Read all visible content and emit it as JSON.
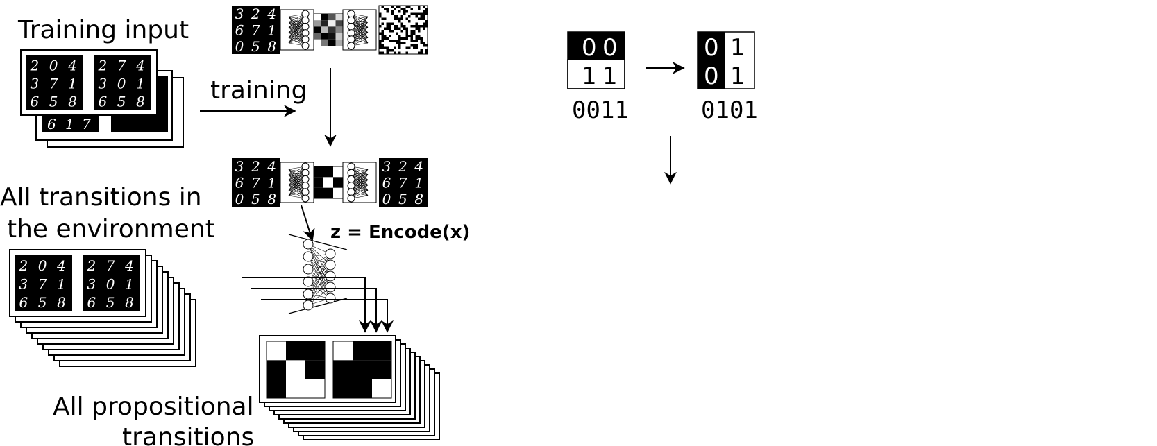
{
  "labels": {
    "training_input": "Training input",
    "training": "training",
    "all_transitions_line1": "All transitions in",
    "all_transitions_line2": "the environment",
    "encode": "z = Encode(x)",
    "all_prop_line1": "All propositional",
    "all_prop_line2": "transitions"
  },
  "mnist_pairs": {
    "left": [
      "2",
      "0",
      "4",
      "3",
      "7",
      "1",
      "6",
      "5",
      "8"
    ],
    "right": [
      "2",
      "7",
      "4",
      "3",
      "0",
      "1",
      "6",
      "5",
      "8"
    ],
    "behind": [
      "6",
      "1",
      "7"
    ],
    "network": [
      "3",
      "2",
      "4",
      "6",
      "7",
      "1",
      "0",
      "5",
      "8"
    ]
  },
  "bit_tiles": {
    "first": {
      "cells": [
        "0",
        "0",
        "1",
        "1"
      ],
      "code": "0011"
    },
    "second": {
      "cells": [
        "0",
        "1",
        "0",
        "1"
      ],
      "code": "0101"
    }
  },
  "colors": {
    "ink": "#000000",
    "paper": "#ffffff"
  }
}
